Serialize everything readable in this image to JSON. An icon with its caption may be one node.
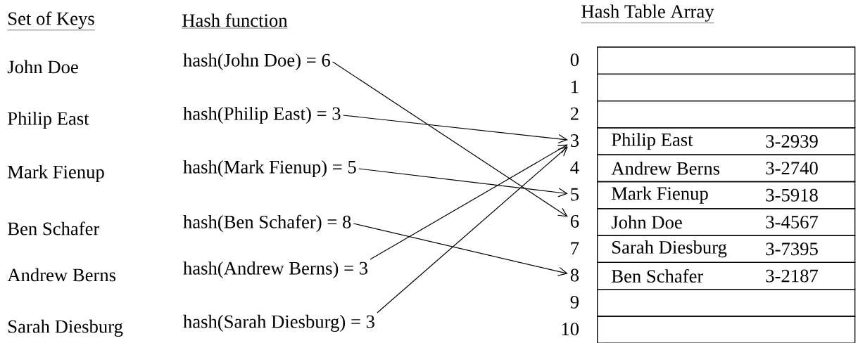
{
  "diagram": {
    "nodes": [
      {
        "text": [
          "hash(John Doe) = 6"
        ]
      },
      {
        "text": [
          "hash(Philip East) = 3"
        ]
      },
      {
        "text": [
          "hash(Mark Fienup) = 5"
        ]
      },
      {
        "text": [
          "hash(Ben Schafer) = 8"
        ]
      },
      {
        "text": [
          "hash(Andrew Berns) = 3"
        ]
      },
      {
        "text": [
          "hash(Sarah Diesburg) = 3"
        ]
      },
      {
        "text": [
          "0"
        ]
      },
      {
        "text": [
          "1"
        ]
      },
      {
        "text": [
          "2"
        ]
      },
      {
        "text": [
          "3"
        ]
      },
      {
        "text": [
          "4"
        ]
      },
      {
        "text": [
          "5"
        ]
      },
      {
        "text": [
          "6"
        ]
      },
      {
        "text": [
          "7"
        ]
      },
      {
        "text": [
          "8"
        ]
      },
      {
        "text": [
          "9"
        ]
      },
      {
        "text": [
          "10"
        ]
      },
      {
        "text": [],
        "shape": "box"
      },
      {
        "text": [],
        "shape": "box"
      },
      {
        "text": [],
        "shape": "box"
      },
      {
        "text": [
          "Philip East",
          "3-2939"
        ]
      },
      {
        "text": [
          "Andrew Berns",
          "3-2740"
        ]
      },
      {
        "text": [
          "Mark Fienup",
          "3-5918"
        ]
      },
      {
        "text": [
          "John Doe",
          "3-4567"
        ]
      },
      {
        "text": [
          "Sarah Diesburg",
          "3-7395"
        ]
      },
      {
        "text": [
          "Ben Schafer",
          "3-2187"
        ]
      },
      {
        "text": [],
        "shape": "box"
      },
      {
        "text": [],
        "shape": "box"
      }
    ],
    "edges": [
      {
        "from": 0,
        "to": 12,
        "arrow": "to"
      },
      {
        "from": 1,
        "to": 9,
        "arrow": "to"
      },
      {
        "from": 2,
        "to": 11,
        "arrow": "to"
      },
      {
        "from": 3,
        "to": 14,
        "arrow": "to"
      },
      {
        "from": 4,
        "to": 9,
        "arrow": "to"
      },
      {
        "from": 5,
        "to": 9,
        "arrow": "to"
      }
    ],
    "labels": [
      "Set of Keys",
      "Hash function",
      "Hash Table Array",
      "John Doe",
      "Philip East",
      "Mark Fienup",
      "Ben Schafer",
      "Andrew Berns",
      "Sarah Diesburg"
    ]
  }
}
